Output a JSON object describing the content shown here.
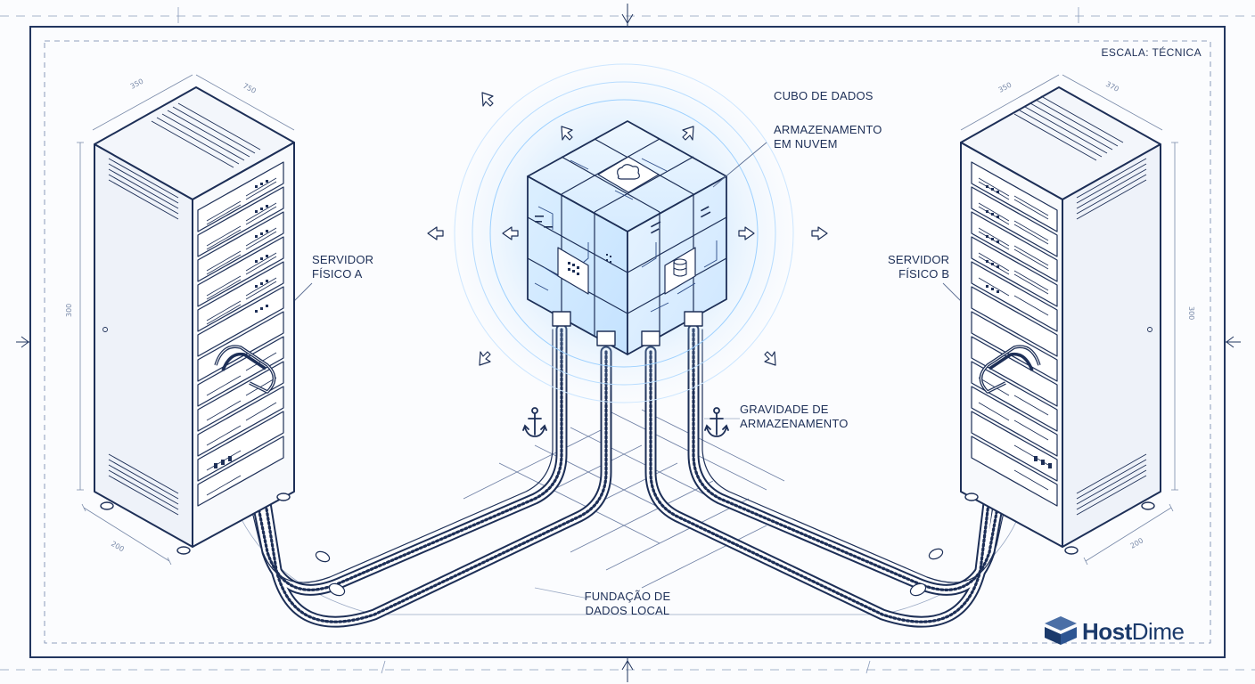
{
  "scale_label": "ESCALA: TÉCNICA",
  "labels": {
    "cube_title": "CUBO DE DADOS",
    "cloud_storage_line1": "ARMAZENAMENTO",
    "cloud_storage_line2": "EM NUVEM",
    "server_a_line1": "SERVIDOR",
    "server_a_line2": "FÍSICO A",
    "server_b_line1": "SERVIDOR",
    "server_b_line2": "FÍSICO B",
    "gravity_line1": "GRAVIDADE DE",
    "gravity_line2": "ARMAZENAMENTO",
    "foundation_line1": "FUNDAÇÃO DE",
    "foundation_line2": "DADOS LOCAL"
  },
  "dimensions": {
    "left_top_a": "350",
    "left_top_b": "750",
    "left_height": "300",
    "left_base": "200",
    "right_top_a": "350",
    "right_top_b": "370",
    "right_height": "300",
    "right_base": "200"
  },
  "brand": {
    "part1": "Host",
    "part2": "Dime"
  },
  "colors": {
    "line": "#1d2f57",
    "glow": "#4aa8ff",
    "frame": "#22365f",
    "background": "#fbfcfe"
  },
  "icons": [
    "anchor-icon",
    "cloud-icon",
    "database-icon",
    "arrow-icon"
  ]
}
